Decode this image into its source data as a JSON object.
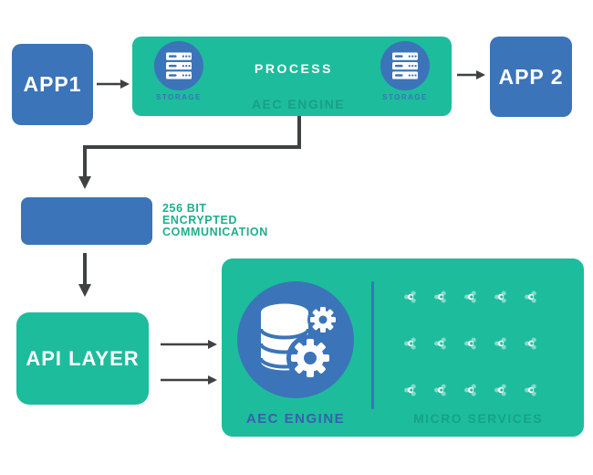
{
  "palette": {
    "teal": "#1dbc9d",
    "blue": "#3b74b9",
    "arrow_gray": "#3f4142",
    "muted_teal_label": "#17a086",
    "encryption_text_green": "#1fae8e",
    "engine_label_blue": "#3a5fae",
    "micro_label_green": "#16a288"
  },
  "app1": {
    "label": "APP1"
  },
  "app2": {
    "label": "APP 2"
  },
  "aec_engine_top": {
    "storage_left_label": "STORAGE",
    "process_label": "PROCESS",
    "storage_right_label": "STORAGE",
    "engine_label": "AEC ENGINE"
  },
  "encryption_note": {
    "lines": [
      "256 BIT",
      "ENCRYPTED",
      "COMMUNICATION"
    ]
  },
  "api_layer": {
    "label": "API LAYER"
  },
  "aec_engine_main": {
    "engine_label": "AEC ENGINE",
    "micro_services_label": "MICRO SERVICES",
    "micro_service_count": 15,
    "micro_grid": {
      "columns": 5,
      "rows": 3
    }
  }
}
